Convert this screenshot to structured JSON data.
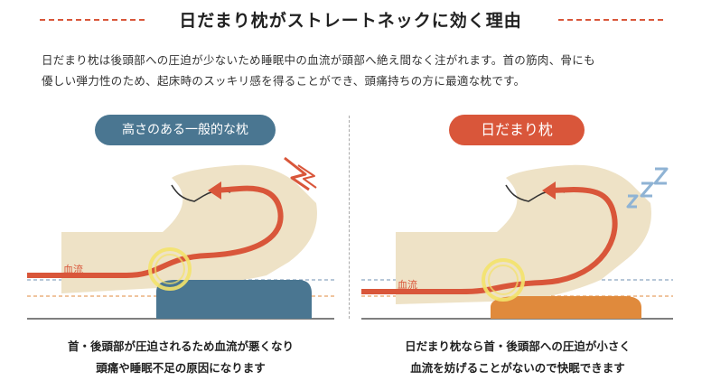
{
  "header": {
    "title": "日だまり枕がストレートネックに効く理由"
  },
  "intro": {
    "line1": "日だまり枕は後頭部への圧迫が少ないため睡眠中の血流が頭部へ絶え間なく注がれます。首の筋肉、骨にも",
    "line2": "優しい弾力性のため、起床時のスッキリ感を得ることができ、頭痛持ちの方に最適な枕です。"
  },
  "left": {
    "pill_label": "高さのある一般的な枕",
    "flow_label": "血流",
    "caption_line1": "首・後頭部が圧迫されるため血流が悪くなり",
    "caption_line2": "頭痛や睡眠不足の原因になります"
  },
  "right": {
    "pill_label": "日だまり枕",
    "flow_label": "血流",
    "caption_line1": "日だまり枕なら首・後頭部への圧迫が小さく",
    "caption_line2": "血流を妨げることがないので快眠できます"
  },
  "colors": {
    "accent_red": "#d9563a",
    "pillow_blue": "#4a7691",
    "pillow_orange": "#e08a3c",
    "skin": "#eee2c6",
    "highlight_yellow": "#f3e36a",
    "zzz_blue": "#8fb3d4"
  }
}
